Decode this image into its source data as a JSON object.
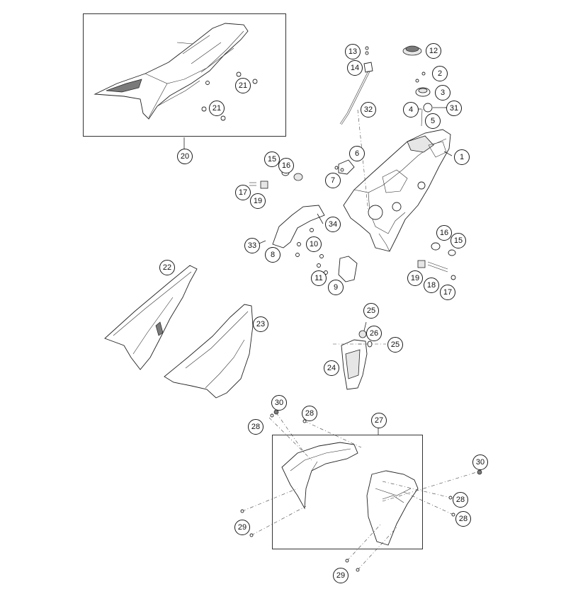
{
  "diagram": {
    "callouts": [
      {
        "id": "c1",
        "label": "1"
      },
      {
        "id": "c2",
        "label": "2"
      },
      {
        "id": "c3",
        "label": "3"
      },
      {
        "id": "c4",
        "label": "4"
      },
      {
        "id": "c5",
        "label": "5"
      },
      {
        "id": "c6",
        "label": "6"
      },
      {
        "id": "c7",
        "label": "7"
      },
      {
        "id": "c8",
        "label": "8"
      },
      {
        "id": "c9",
        "label": "9"
      },
      {
        "id": "c10",
        "label": "10"
      },
      {
        "id": "c11",
        "label": "11"
      },
      {
        "id": "c12",
        "label": "12"
      },
      {
        "id": "c13",
        "label": "13"
      },
      {
        "id": "c14",
        "label": "14"
      },
      {
        "id": "c15a",
        "label": "15"
      },
      {
        "id": "c15b",
        "label": "15"
      },
      {
        "id": "c16a",
        "label": "16"
      },
      {
        "id": "c16b",
        "label": "16"
      },
      {
        "id": "c17a",
        "label": "17"
      },
      {
        "id": "c17b",
        "label": "17"
      },
      {
        "id": "c18",
        "label": "18"
      },
      {
        "id": "c19a",
        "label": "19"
      },
      {
        "id": "c19b",
        "label": "19"
      },
      {
        "id": "c20",
        "label": "20"
      },
      {
        "id": "c21a",
        "label": "21"
      },
      {
        "id": "c21b",
        "label": "21"
      },
      {
        "id": "c22",
        "label": "22"
      },
      {
        "id": "c23",
        "label": "23"
      },
      {
        "id": "c24",
        "label": "24"
      },
      {
        "id": "c25a",
        "label": "25"
      },
      {
        "id": "c25b",
        "label": "25"
      },
      {
        "id": "c26",
        "label": "26"
      },
      {
        "id": "c27",
        "label": "27"
      },
      {
        "id": "c28a",
        "label": "28"
      },
      {
        "id": "c28b",
        "label": "28"
      },
      {
        "id": "c28c",
        "label": "28"
      },
      {
        "id": "c28d",
        "label": "28"
      },
      {
        "id": "c29a",
        "label": "29"
      },
      {
        "id": "c29b",
        "label": "29"
      },
      {
        "id": "c30a",
        "label": "30"
      },
      {
        "id": "c30b",
        "label": "30"
      },
      {
        "id": "c31",
        "label": "31"
      },
      {
        "id": "c32",
        "label": "32"
      },
      {
        "id": "c33",
        "label": "33"
      },
      {
        "id": "c34",
        "label": "34"
      }
    ]
  }
}
